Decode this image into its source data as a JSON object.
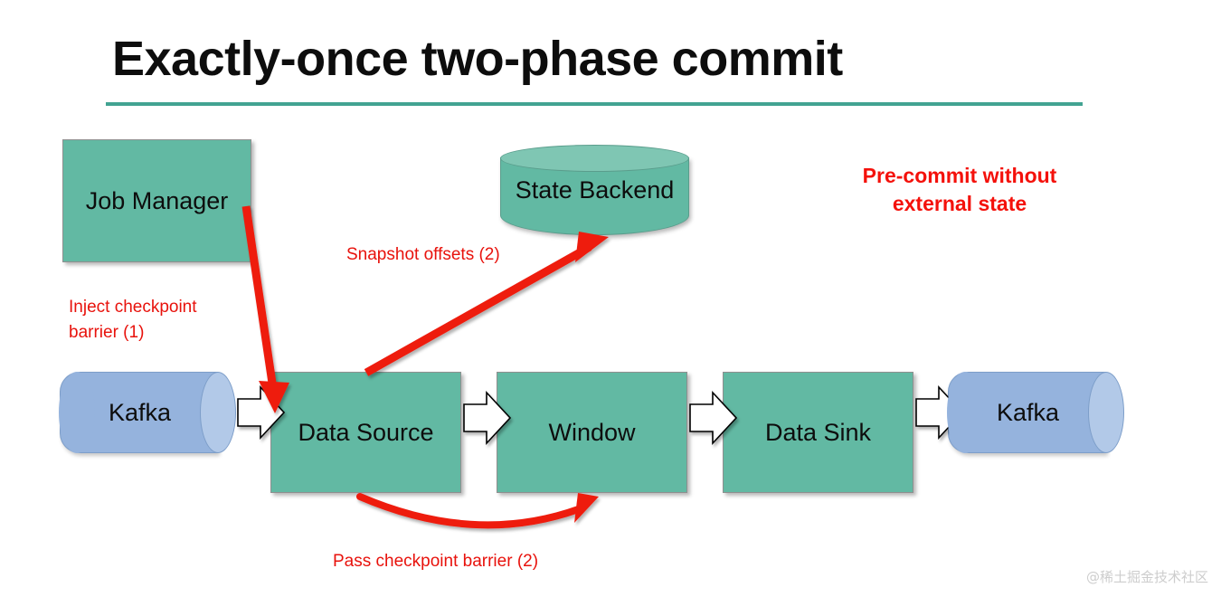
{
  "slide": {
    "title": "Exactly-once two-phase commit",
    "rule_color": "#42a392",
    "background": "#ffffff",
    "watermark": "@稀土掘金技术社区"
  },
  "colors": {
    "process_box": "#62b9a3",
    "kafka_cylinder": "#95b3dd",
    "state_cylinder": "#62b9a3",
    "red_annotation": "#e8120c",
    "red_emphasis": "#f4110b",
    "arrow_outline": "#000000",
    "arrow_fill": "#ffffff"
  },
  "nodes": {
    "job_manager": {
      "label": "Job\nManager",
      "shape": "rectangle"
    },
    "state_backend": {
      "label": "State\nBackend",
      "shape": "cylinder"
    },
    "kafka_source": {
      "label": "Kafka",
      "shape": "cylinder"
    },
    "data_source": {
      "label": "Data Source",
      "shape": "rectangle"
    },
    "window": {
      "label": "Window",
      "shape": "rectangle"
    },
    "data_sink": {
      "label": "Data Sink",
      "shape": "rectangle"
    },
    "kafka_sink": {
      "label": "Kafka",
      "shape": "cylinder"
    }
  },
  "annotations": {
    "inject_barrier": "Inject checkpoint\nbarrier (1)",
    "snapshot_offsets": "Snapshot offsets (2)",
    "pass_barrier": "Pass checkpoint barrier (2)",
    "pre_commit": "Pre-commit without\nexternal state"
  },
  "flow_arrows": [
    {
      "from": "kafka_source",
      "to": "data_source",
      "style": "block-arrow"
    },
    {
      "from": "data_source",
      "to": "window",
      "style": "block-arrow"
    },
    {
      "from": "window",
      "to": "data_sink",
      "style": "block-arrow"
    },
    {
      "from": "data_sink",
      "to": "kafka_sink",
      "style": "block-arrow"
    }
  ],
  "red_arrows": [
    {
      "from": "job_manager",
      "to": "data_source",
      "label": "inject_barrier",
      "style": "straight"
    },
    {
      "from": "data_source",
      "to": "state_backend",
      "label": "snapshot_offsets",
      "style": "straight"
    },
    {
      "from": "data_source",
      "to": "window",
      "label": "pass_barrier",
      "style": "curved"
    }
  ]
}
